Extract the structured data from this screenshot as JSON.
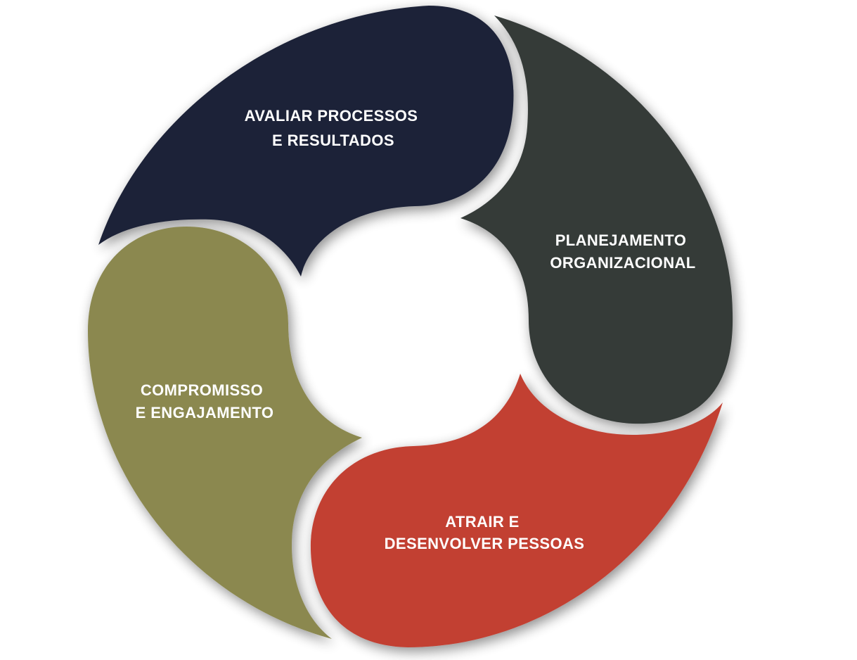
{
  "segments": [
    {
      "id": "avaliar",
      "line1": "AVALIAR PROCESSOS",
      "line2": "E RESULTADOS",
      "color": "#1e2439"
    },
    {
      "id": "planejamento",
      "line1": "PLANEJAMENTO",
      "line2": "ORGANIZACIONAL",
      "color": "#353a39"
    },
    {
      "id": "atrair",
      "line1": "ATRAIR E",
      "line2": "DESENVOLVER PESSOAS",
      "color": "#c23f33"
    },
    {
      "id": "compromisso",
      "line1": "COMPROMISSO",
      "line2": "E ENGAJAMENTO",
      "color": "#8b8850"
    }
  ],
  "background": "#ffffff"
}
